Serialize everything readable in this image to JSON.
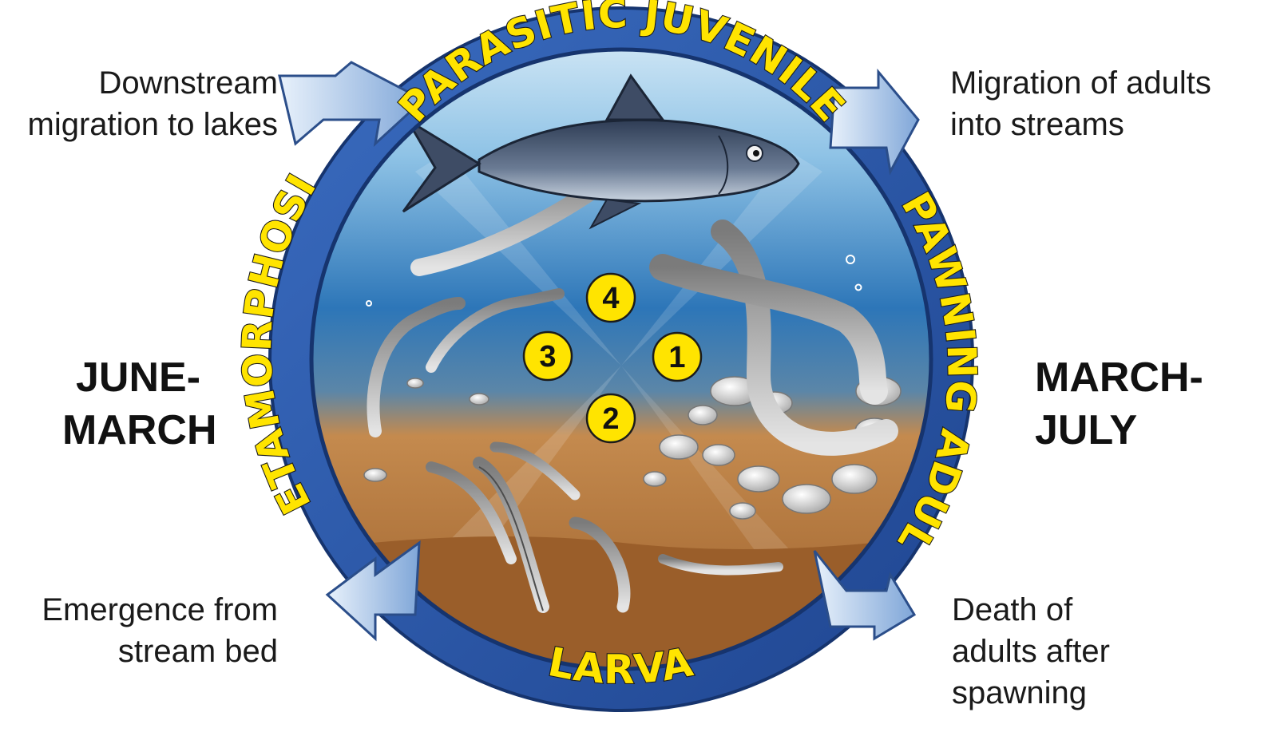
{
  "stages": {
    "parasitic_juvenile": "PARASITIC JUVENILE",
    "spawning_adult": "SPAWNING ADULT",
    "larva": "LARVA",
    "metamorphosis": "METAMORPHOSIS"
  },
  "numbers": [
    "1",
    "2",
    "3",
    "4"
  ],
  "captions": {
    "top_left": [
      "Downstream",
      "migration to lakes"
    ],
    "top_right": [
      "Migration of adults",
      "into streams"
    ],
    "bottom_left": [
      "Emergence from",
      "stream bed"
    ],
    "bottom_right": [
      "Death of",
      "adults after",
      "spawning"
    ]
  },
  "seasons": {
    "left": [
      "JUNE-",
      "MARCH"
    ],
    "right": [
      "MARCH-",
      "JULY"
    ]
  },
  "colors": {
    "ring_blue": "#2f5aa6",
    "ring_light": "#8fb3e0",
    "label_yellow": "#ffe400",
    "water_top": "#1f63a8",
    "sediment": "#b5783c"
  }
}
